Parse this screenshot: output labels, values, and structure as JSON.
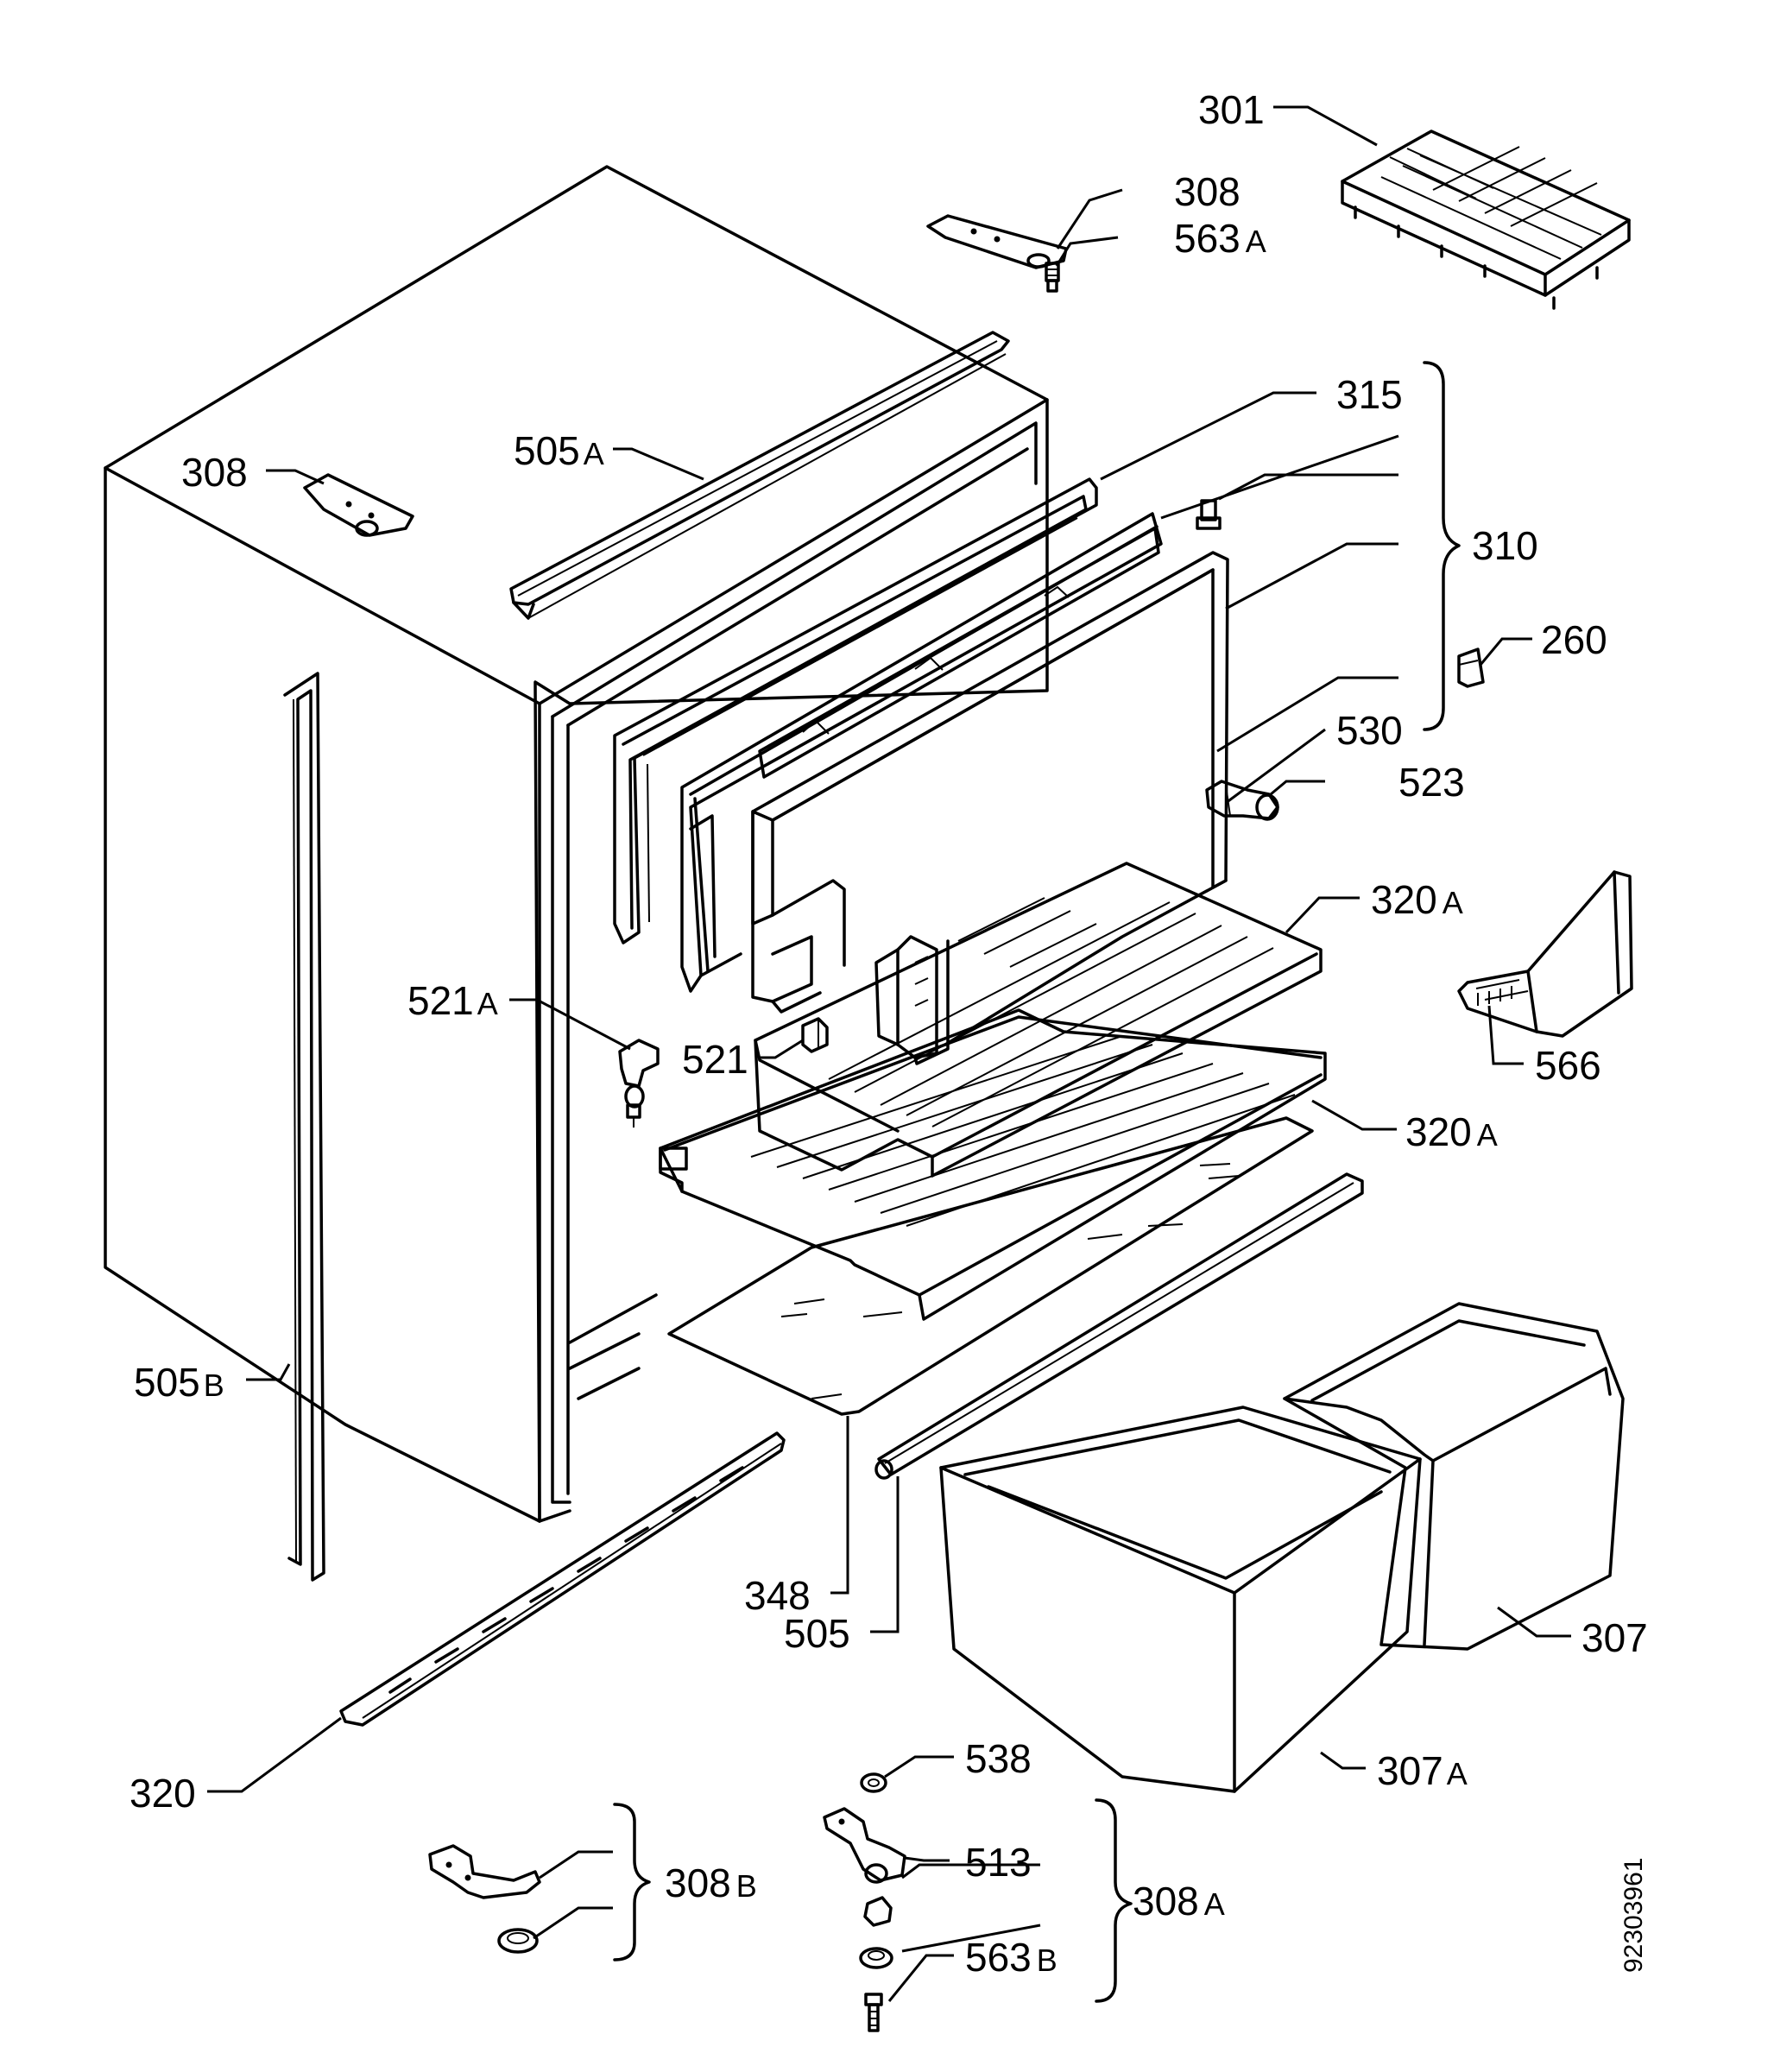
{
  "diagram": {
    "drawing_number": "92303961",
    "labels": {
      "p301": {
        "num": "301",
        "suffix": ""
      },
      "p308_top": {
        "num": "308",
        "suffix": ""
      },
      "p563A": {
        "num": "563",
        "suffix": "A"
      },
      "p308_left": {
        "num": "308",
        "suffix": ""
      },
      "p505A": {
        "num": "505",
        "suffix": "A"
      },
      "p315": {
        "num": "315",
        "suffix": ""
      },
      "p310": {
        "num": "310",
        "suffix": ""
      },
      "p260": {
        "num": "260",
        "suffix": ""
      },
      "p530": {
        "num": "530",
        "suffix": ""
      },
      "p523": {
        "num": "523",
        "suffix": ""
      },
      "p320A_1": {
        "num": "320",
        "suffix": "A"
      },
      "p566": {
        "num": "566",
        "suffix": ""
      },
      "p521A": {
        "num": "521",
        "suffix": "A"
      },
      "p521": {
        "num": "521",
        "suffix": ""
      },
      "p320A_2": {
        "num": "320",
        "suffix": "A"
      },
      "p505B": {
        "num": "505",
        "suffix": "B"
      },
      "p348": {
        "num": "348",
        "suffix": ""
      },
      "p505": {
        "num": "505",
        "suffix": ""
      },
      "p307": {
        "num": "307",
        "suffix": ""
      },
      "p307A": {
        "num": "307",
        "suffix": "A"
      },
      "p320": {
        "num": "320",
        "suffix": ""
      },
      "p538": {
        "num": "538",
        "suffix": ""
      },
      "p308B": {
        "num": "308",
        "suffix": "B"
      },
      "p513": {
        "num": "513",
        "suffix": ""
      },
      "p308A": {
        "num": "308",
        "suffix": "A"
      },
      "p563B": {
        "num": "563",
        "suffix": "B"
      }
    }
  }
}
